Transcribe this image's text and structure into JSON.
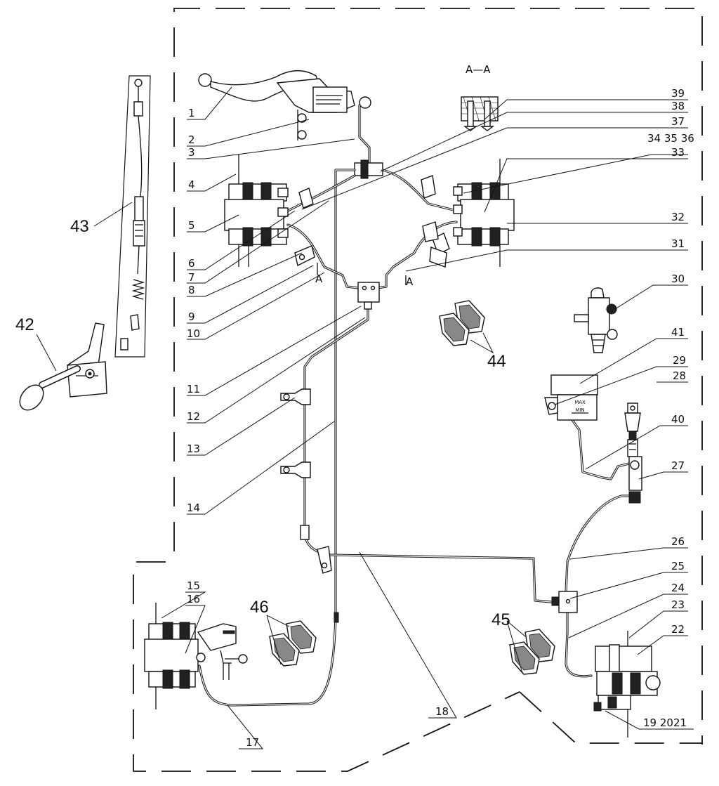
{
  "section_label": "A—A",
  "section_marks": [
    "A",
    "A"
  ],
  "callouts": {
    "c1": "1",
    "c2": "2",
    "c3": "3",
    "c4": "4",
    "c5": "5",
    "c6": "6",
    "c7": "7",
    "c8": "8",
    "c9": "9",
    "c10": "10",
    "c11": "11",
    "c12": "12",
    "c13": "13",
    "c14": "14",
    "c15": "15",
    "c16": "16",
    "c17": "17",
    "c18": "18",
    "c19_21": "19 2021",
    "c22": "22",
    "c23": "23",
    "c24": "24",
    "c25": "25",
    "c26": "26",
    "c27": "27",
    "c28": "28",
    "c29": "29",
    "c30": "30",
    "c31": "31",
    "c32": "32",
    "c33": "33",
    "c34_36": "34 35 36",
    "c37": "37",
    "c38": "38",
    "c39": "39",
    "c40": "40",
    "c41": "41",
    "c42": "42",
    "c43": "43",
    "c44": "44",
    "c45": "45",
    "c46": "46"
  },
  "reservoir_marks": {
    "max": "MAX",
    "min": "MIN"
  },
  "colors": {
    "line": "#111111",
    "background": "#ffffff"
  }
}
